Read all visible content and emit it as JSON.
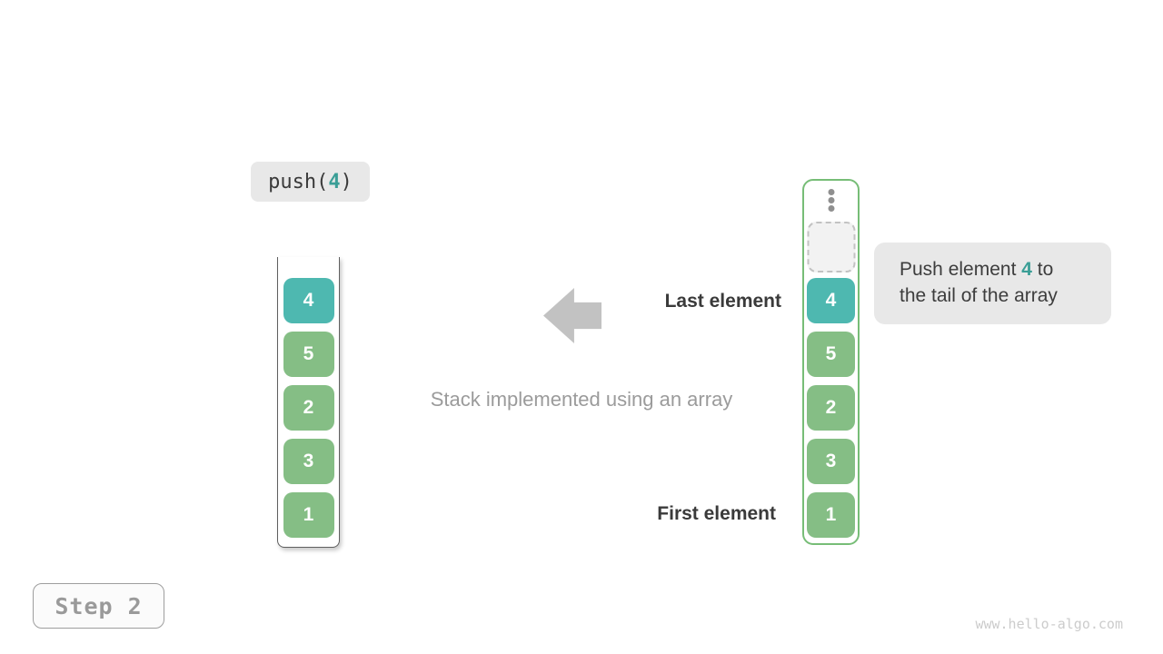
{
  "colors": {
    "highlight_teal": "#4EB8B0",
    "cell_green": "#85BE85",
    "teal_text": "#3A9E96",
    "container_green_border": "#77BD77"
  },
  "operation_badge": {
    "prefix": "push(",
    "arg": "4",
    "suffix": ")"
  },
  "left_stack": {
    "cells": [
      {
        "value": "4",
        "highlight": true
      },
      {
        "value": "5",
        "highlight": false
      },
      {
        "value": "2",
        "highlight": false
      },
      {
        "value": "3",
        "highlight": false
      },
      {
        "value": "1",
        "highlight": false
      }
    ]
  },
  "right_stack": {
    "ellipsis_icon": "vertical-ellipsis",
    "empty_slot_icon": "dashed-empty-slot",
    "cells": [
      {
        "value": "4",
        "highlight": true
      },
      {
        "value": "5",
        "highlight": false
      },
      {
        "value": "2",
        "highlight": false
      },
      {
        "value": "3",
        "highlight": false
      },
      {
        "value": "1",
        "highlight": false
      }
    ]
  },
  "annotations": {
    "arrow_icon": "left-arrow",
    "last_element": "Last element",
    "first_element": "First element",
    "caption": "Stack implemented using an array"
  },
  "tooltip": {
    "before": "Push element ",
    "highlight": "4",
    "after": " to",
    "line2": "the tail of the array"
  },
  "step_badge": {
    "label": "Step 2"
  },
  "watermark": {
    "text": "www.hello-algo.com"
  }
}
